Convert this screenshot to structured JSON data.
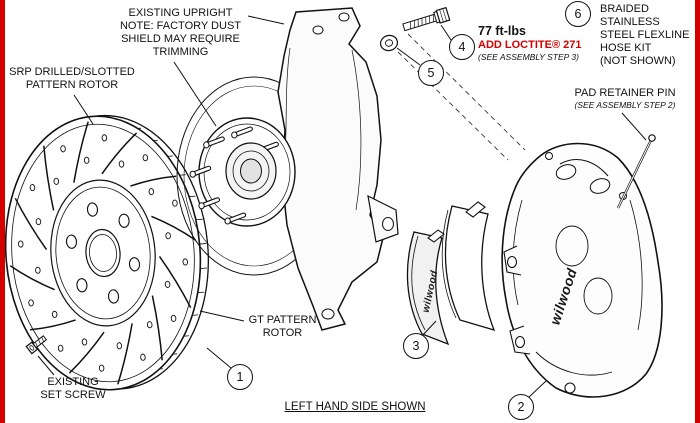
{
  "diagram": {
    "colors": {
      "accent_red": "#d40000",
      "line": "#111111"
    },
    "brand": "wilwood",
    "labels": {
      "upright_note": [
        "EXISTING UPRIGHT",
        "NOTE: FACTORY DUST",
        "SHIELD MAY REQUIRE",
        "TRIMMING"
      ],
      "srp_rotor": [
        "SRP DRILLED/SLOTTED",
        "PATTERN ROTOR"
      ],
      "torque": {
        "value": "77 ft-lbs",
        "loctite": "ADD LOCTITE® 271",
        "step": "(SEE ASSEMBLY STEP 3)"
      },
      "hose_kit": [
        "BRAIDED",
        "STAINLESS",
        "STEEL FLEXLINE",
        "HOSE KIT",
        "(NOT SHOWN)"
      ],
      "pad_retainer": {
        "title": "PAD RETAINER PIN",
        "step": "(SEE ASSEMBLY STEP 2)"
      },
      "gt_rotor": [
        "GT PATTERN",
        "ROTOR"
      ],
      "set_screw": [
        "EXISTING",
        "SET SCREW"
      ],
      "footer": "LEFT HAND SIDE SHOWN"
    },
    "balloons": [
      "1",
      "2",
      "3",
      "4",
      "5",
      "6"
    ]
  }
}
